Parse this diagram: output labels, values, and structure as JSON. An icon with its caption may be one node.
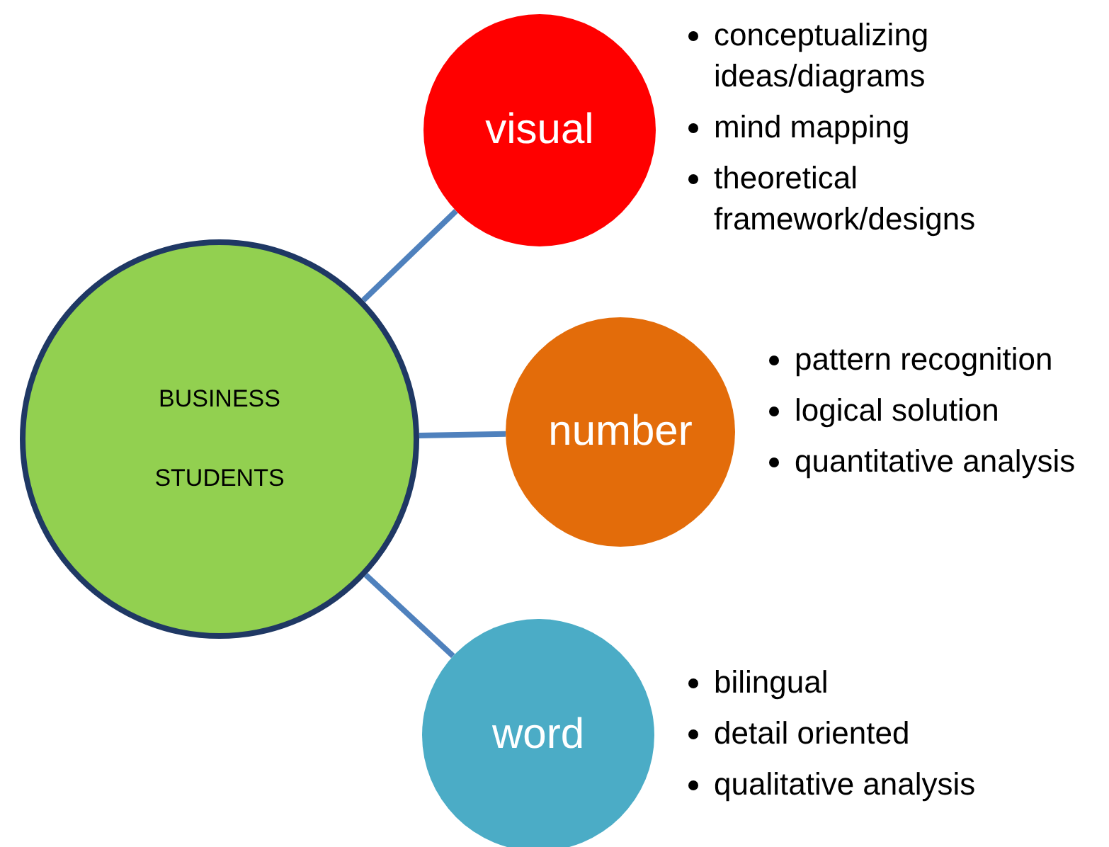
{
  "diagram": {
    "nodes": [
      {
        "text": [
          "BUSINESS",
          "STUDENTS"
        ]
      },
      {
        "text": [
          "visual"
        ],
        "beside": [
          "conceptualizing ideas/diagrams",
          "mind mapping",
          "theoretical framework/designs"
        ]
      },
      {
        "text": [
          "number"
        ],
        "beside": [
          "pattern recognition",
          "logical solution",
          "quantitative analysis"
        ]
      },
      {
        "text": [
          "word"
        ],
        "beside": [
          "bilingual",
          "detail oriented",
          "qualitative analysis"
        ]
      }
    ],
    "edges": [
      {
        "from": 0,
        "to": 1,
        "arrow": "none"
      },
      {
        "from": 0,
        "to": 2,
        "arrow": "none"
      },
      {
        "from": 0,
        "to": 3,
        "arrow": "none"
      }
    ]
  }
}
